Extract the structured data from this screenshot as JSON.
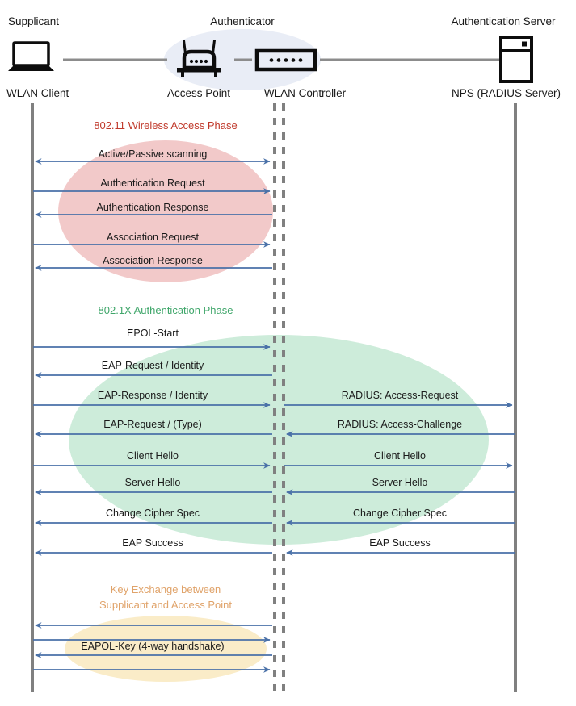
{
  "diagram": {
    "title_role_supplicant": "Supplicant",
    "title_role_authenticator": "Authenticator",
    "title_role_auth_server": "Authentication Server",
    "device_wlan_client": "WLAN Client",
    "device_access_point": "Access Point",
    "device_wlan_controller": "WLAN Controller",
    "device_nps": "NPS (RADIUS Server)"
  },
  "colors": {
    "phase1_text": "#C0392B",
    "phase1_fill": "#F2C9C9",
    "phase2_text": "#3FA66A",
    "phase2_fill": "#CDECDA",
    "phase3_text": "#E0A36A",
    "phase3_fill": "#FAECC8",
    "authenticator_fill": "#E9EDF6",
    "arrow": "#4A71A8",
    "lifeline": "#808080",
    "icon": "#0d0d0d",
    "connector": "#8c8c8c"
  },
  "phases": [
    {
      "id": "phase-80211",
      "label": "802.11 Wireless Access Phase",
      "messages": [
        {
          "text": "Active/Passive scanning",
          "direction": "both",
          "lane": "left"
        },
        {
          "text": "Authentication  Request",
          "direction": "right",
          "lane": "left"
        },
        {
          "text": "Authentication  Response",
          "direction": "left",
          "lane": "left"
        },
        {
          "text": "Association Request",
          "direction": "right",
          "lane": "left"
        },
        {
          "text": "Association Response",
          "direction": "left",
          "lane": "left"
        }
      ]
    },
    {
      "id": "phase-8021x",
      "label": "802.1X Authentication Phase",
      "messages": [
        {
          "text": "EPOL-Start",
          "direction": "right",
          "lane": "left"
        },
        {
          "text": "EAP-Request / Identity",
          "direction": "left",
          "lane": "left"
        },
        {
          "text": "EAP-Response / Identity",
          "direction": "right",
          "lane": "left"
        },
        {
          "text": "RADIUS: Access-Request",
          "direction": "right",
          "lane": "right"
        },
        {
          "text": "EAP-Request / (Type)",
          "direction": "left",
          "lane": "left"
        },
        {
          "text": "RADIUS: Access-Challenge",
          "direction": "left",
          "lane": "right"
        },
        {
          "text": "Client Hello",
          "direction": "right",
          "lane": "left"
        },
        {
          "text": "Client Hello",
          "direction": "right",
          "lane": "right"
        },
        {
          "text": "Server Hello",
          "direction": "left",
          "lane": "left"
        },
        {
          "text": "Server Hello",
          "direction": "left",
          "lane": "right"
        },
        {
          "text": "Change Cipher Spec",
          "direction": "left",
          "lane": "left"
        },
        {
          "text": "Change Cipher Spec",
          "direction": "left",
          "lane": "right"
        },
        {
          "text": "EAP Success",
          "direction": "left",
          "lane": "left"
        },
        {
          "text": "EAP Success",
          "direction": "left",
          "lane": "right"
        }
      ]
    },
    {
      "id": "phase-keyexchange",
      "label_line1": "Key Exchange between",
      "label_line2": "Supplicant and Access Point",
      "ellipse_label": "EAPOL-Key (4-way handshake)",
      "messages": [
        {
          "text": "",
          "direction": "left",
          "lane": "left"
        },
        {
          "text": "",
          "direction": "right",
          "lane": "left"
        },
        {
          "text": "",
          "direction": "left",
          "lane": "left"
        },
        {
          "text": "",
          "direction": "right",
          "lane": "left"
        }
      ]
    }
  ],
  "icons": {
    "laptop": "laptop-icon",
    "access_point": "wireless-access-point-icon",
    "controller": "wlan-controller-icon",
    "server": "rack-server-icon"
  }
}
